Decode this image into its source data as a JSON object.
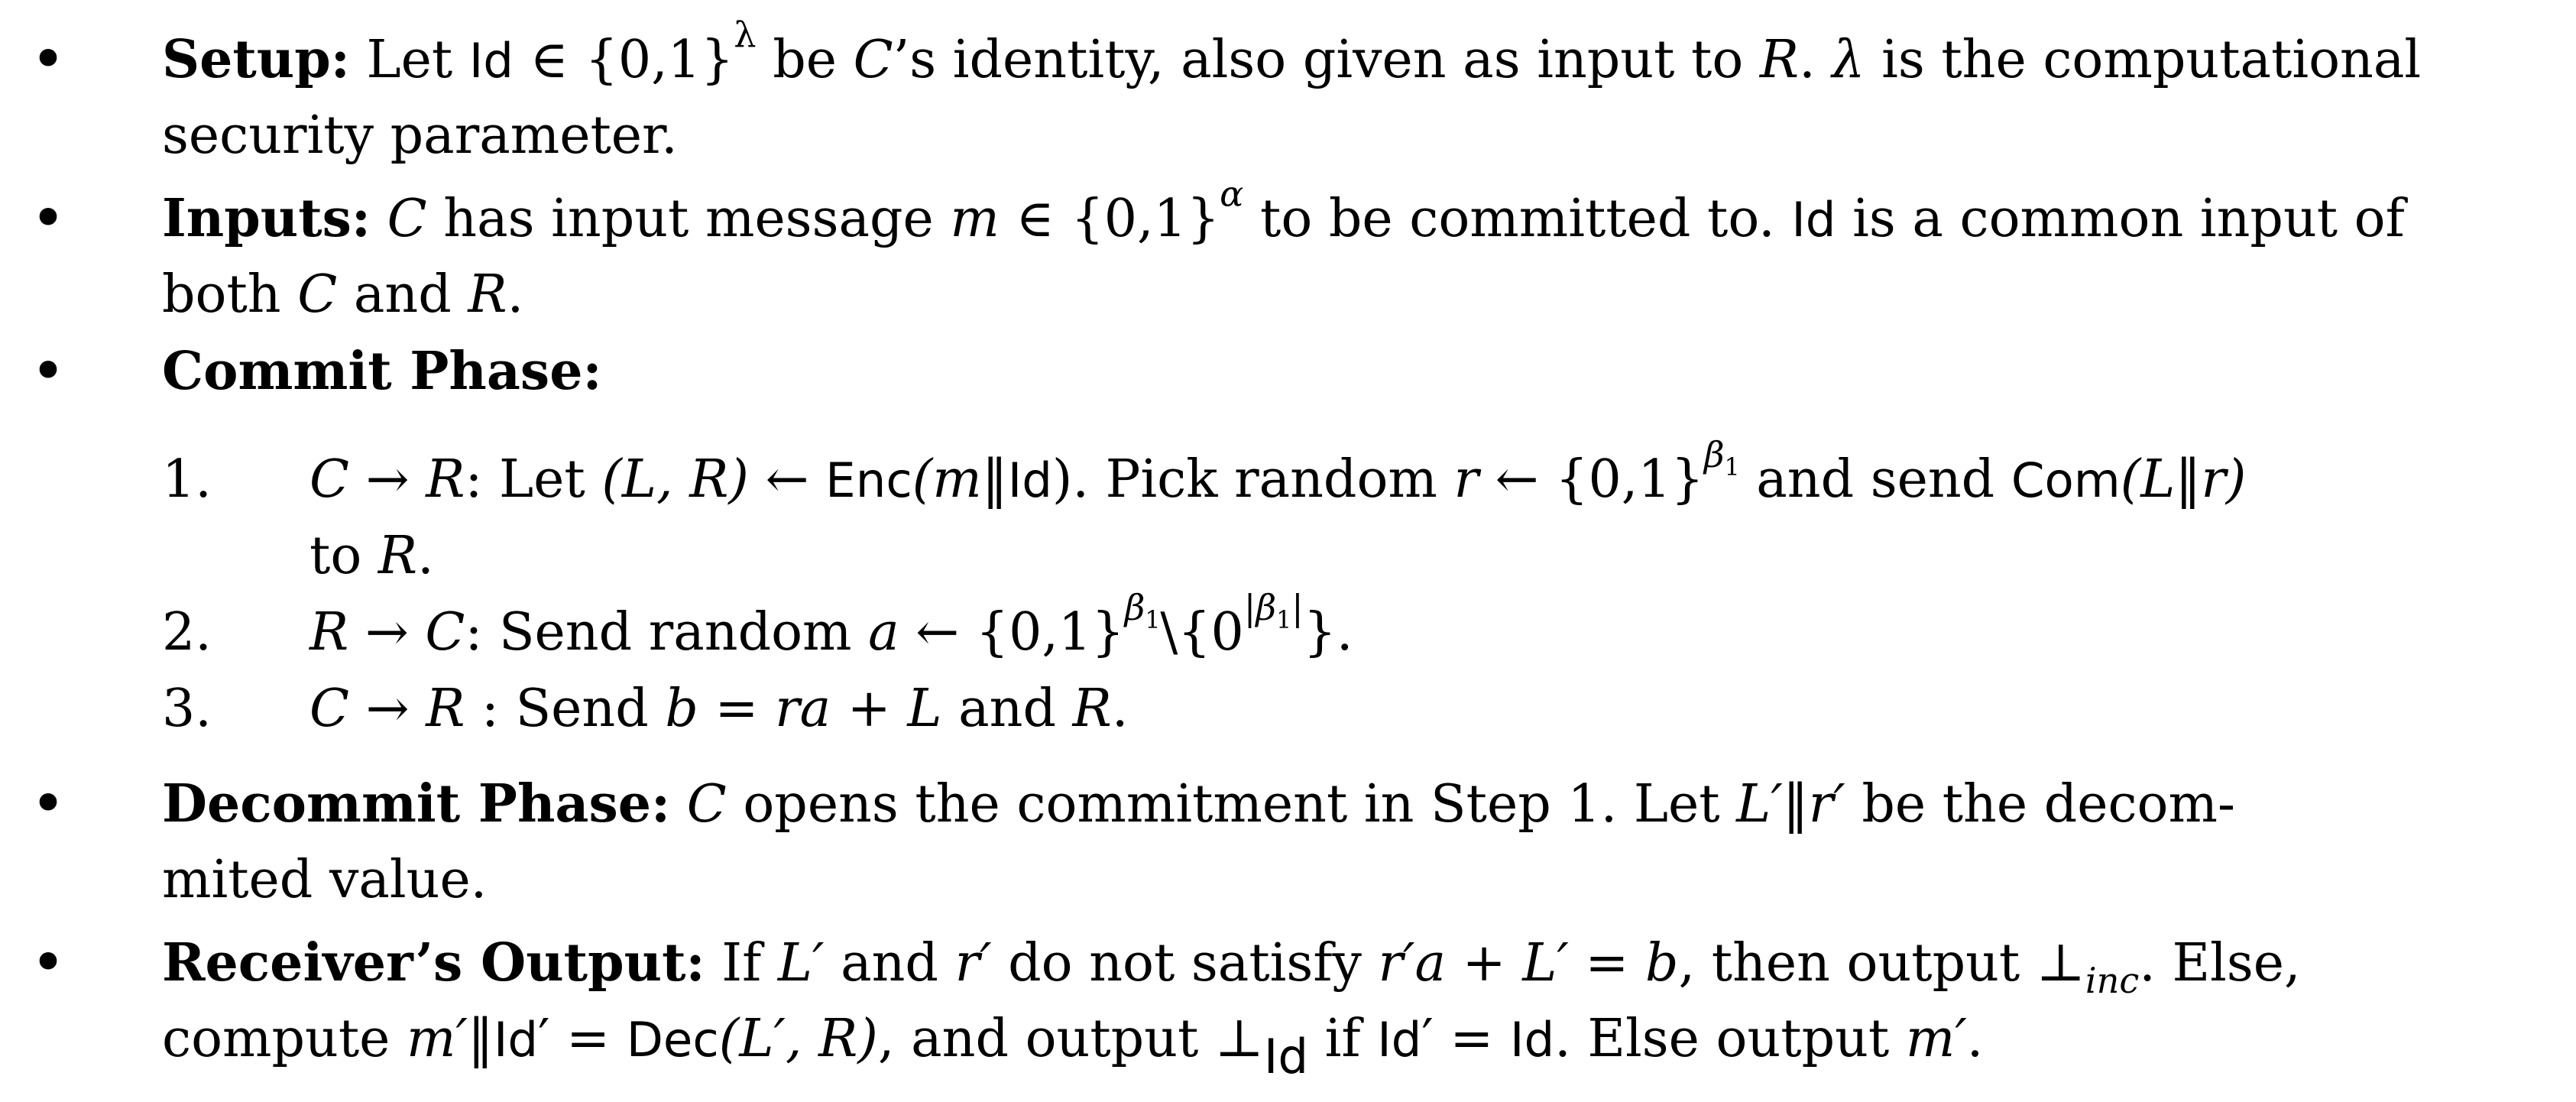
{
  "setup": {
    "label": "Setup:",
    "text_prefix": "Let",
    "id_sym": "Id",
    "set_expr": "∈ {0,1}",
    "set_exp": "λ",
    "text_mid": " be ",
    "c_sym": "C",
    "text_after": "’s identity, also given as input to ",
    "r_sym": "R",
    "text_after2": ". ",
    "lambda": "λ",
    "text_end": " is the computational",
    "line2": "security parameter."
  },
  "inputs": {
    "label": "Inputs:",
    "c_sym": "C",
    "text_a": " has input message ",
    "m": "m",
    "set_expr": " ∈ {0,1}",
    "set_exp": "α",
    "text_b": " to be committed to. ",
    "id_sym": "Id",
    "text_c": " is a common input of",
    "line2_a": "both ",
    "line2_c": "C",
    "line2_b": " and ",
    "line2_r": "R",
    "line2_end": "."
  },
  "commit": {
    "label": "Commit Phase:",
    "steps": [
      {
        "number": "1.",
        "line1_a": "C → R",
        "line1_b": ": Let ",
        "line1_c": "(L, R) ← ",
        "enc": "Enc",
        "line1_d": "(m‖",
        "id_sym": "Id",
        "line1_e": "). Pick random ",
        "r": "r",
        "line1_f": " ← {0,1}",
        "exp": "β",
        "exp_sub": "1",
        "line1_g": " and send ",
        "com": "Com",
        "line1_h": "(L‖r)",
        "line2": "to ",
        "line2_r": "R",
        "line2_end": "."
      },
      {
        "number": "2.",
        "a": "R → C",
        "b": ": Send random ",
        "var": "a",
        "c": " ← {0,1}",
        "exp": "β",
        "exp_sub": "1",
        "d": "\\{0",
        "exp2": "|β",
        "exp2_sub": "1",
        "exp2_end": "|",
        "e": "}."
      },
      {
        "number": "3.",
        "a": "C → R",
        "b": " : Send ",
        "expr": "b = ra + L",
        "c": " and ",
        "r": "R",
        "d": "."
      }
    ]
  },
  "decommit": {
    "label": "Decommit Phase:",
    "c_sym": "C",
    "text_a": " opens the commitment in Step 1.  Let ",
    "expr": "L′‖r′",
    "text_b": " be the decom-",
    "line2": "mited value."
  },
  "output": {
    "label": "Receiver’s Output:",
    "text_a": " If ",
    "l": "L′",
    "text_b": " and ",
    "r": "r′",
    "text_c": " do not satisfy ",
    "expr": "r′a + L′ = b",
    "text_d": ", then output ⊥",
    "sub_inc": "inc",
    "text_e": ".  Else,",
    "line2_a": "compute ",
    "line2_m": "m′‖",
    "line2_id": "Id",
    "line2_b": "′ = ",
    "dec": "Dec",
    "line2_c": "(L′, R)",
    "line2_d": ", and output ⊥",
    "sub_id": "Id",
    "line2_e": " if ",
    "line2_id2": "Id",
    "line2_f": "′ = ",
    "line2_id3": "Id",
    "line2_g": ". Else output ",
    "line2_mp": "m′",
    "line2_h": "."
  }
}
